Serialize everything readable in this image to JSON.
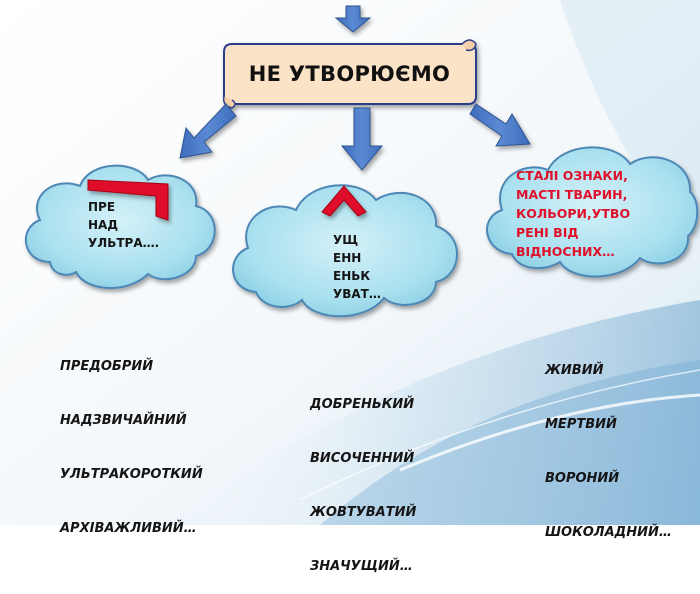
{
  "title": "НЕ УТВОРЮЄМО",
  "clouds": {
    "left": [
      "ПРЕ",
      "НАД",
      "УЛЬТРА…."
    ],
    "middle": [
      "УЩ",
      "ЕНН",
      "ЕНЬК",
      "УВАТ…"
    ],
    "right": [
      "СТАЛІ ОЗНАКИ,",
      "МАСТІ ТВАРИН,",
      "КОЛЬОРИ,УТВО",
      "РЕНІ ВІД",
      "ВІДНОСНИХ…"
    ]
  },
  "examples": {
    "left": [
      "ПРЕДОБРИЙ",
      "НАДЗВИЧАЙНИЙ",
      "УЛЬТРАКОРОТКИЙ",
      "АРХІВАЖЛИВИЙ…"
    ],
    "middle": [
      "ДОБРЕНЬКИЙ",
      "ВИСОЧЕННИЙ",
      "ЖОВТУВАТИЙ",
      "ЗНАЧУЩИЙ…"
    ],
    "right": [
      "ЖИВИЙ",
      "МЕРТВИЙ",
      "ВОРОНИЙ",
      "ШОКОЛАДНИЙ…"
    ]
  },
  "colors": {
    "arrow": "#4a78c4",
    "scroll": "#fbe3c8",
    "cloud": "#a9e0ef",
    "accent_red": "#e0102a"
  }
}
